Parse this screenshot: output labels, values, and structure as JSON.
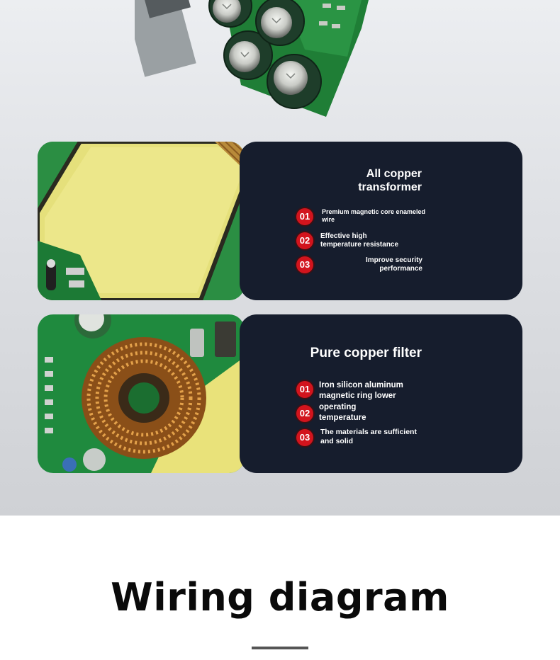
{
  "transformer_card": {
    "title": "All copper transformer",
    "features": [
      {
        "number": "01",
        "text": "Premium magnetic core enameled wire"
      },
      {
        "number": "02",
        "text": "Effective high temperature resistance"
      },
      {
        "number": "03",
        "text": "Improve security performance"
      }
    ]
  },
  "filter_card": {
    "title": "Pure copper filter",
    "features": [
      {
        "number": "01",
        "text": "Iron silicon aluminum magnetic ring lower"
      },
      {
        "number": "02",
        "text": "operating temperature"
      },
      {
        "number": "03",
        "text": "The materials are sufficient and solid"
      }
    ]
  },
  "section_heading": "Wiring diagram",
  "colors": {
    "panel": "#161d2d",
    "badge": "#d2141d",
    "pcb_green": "#1e8a3a",
    "tape_yellow": "#e6e06a"
  }
}
